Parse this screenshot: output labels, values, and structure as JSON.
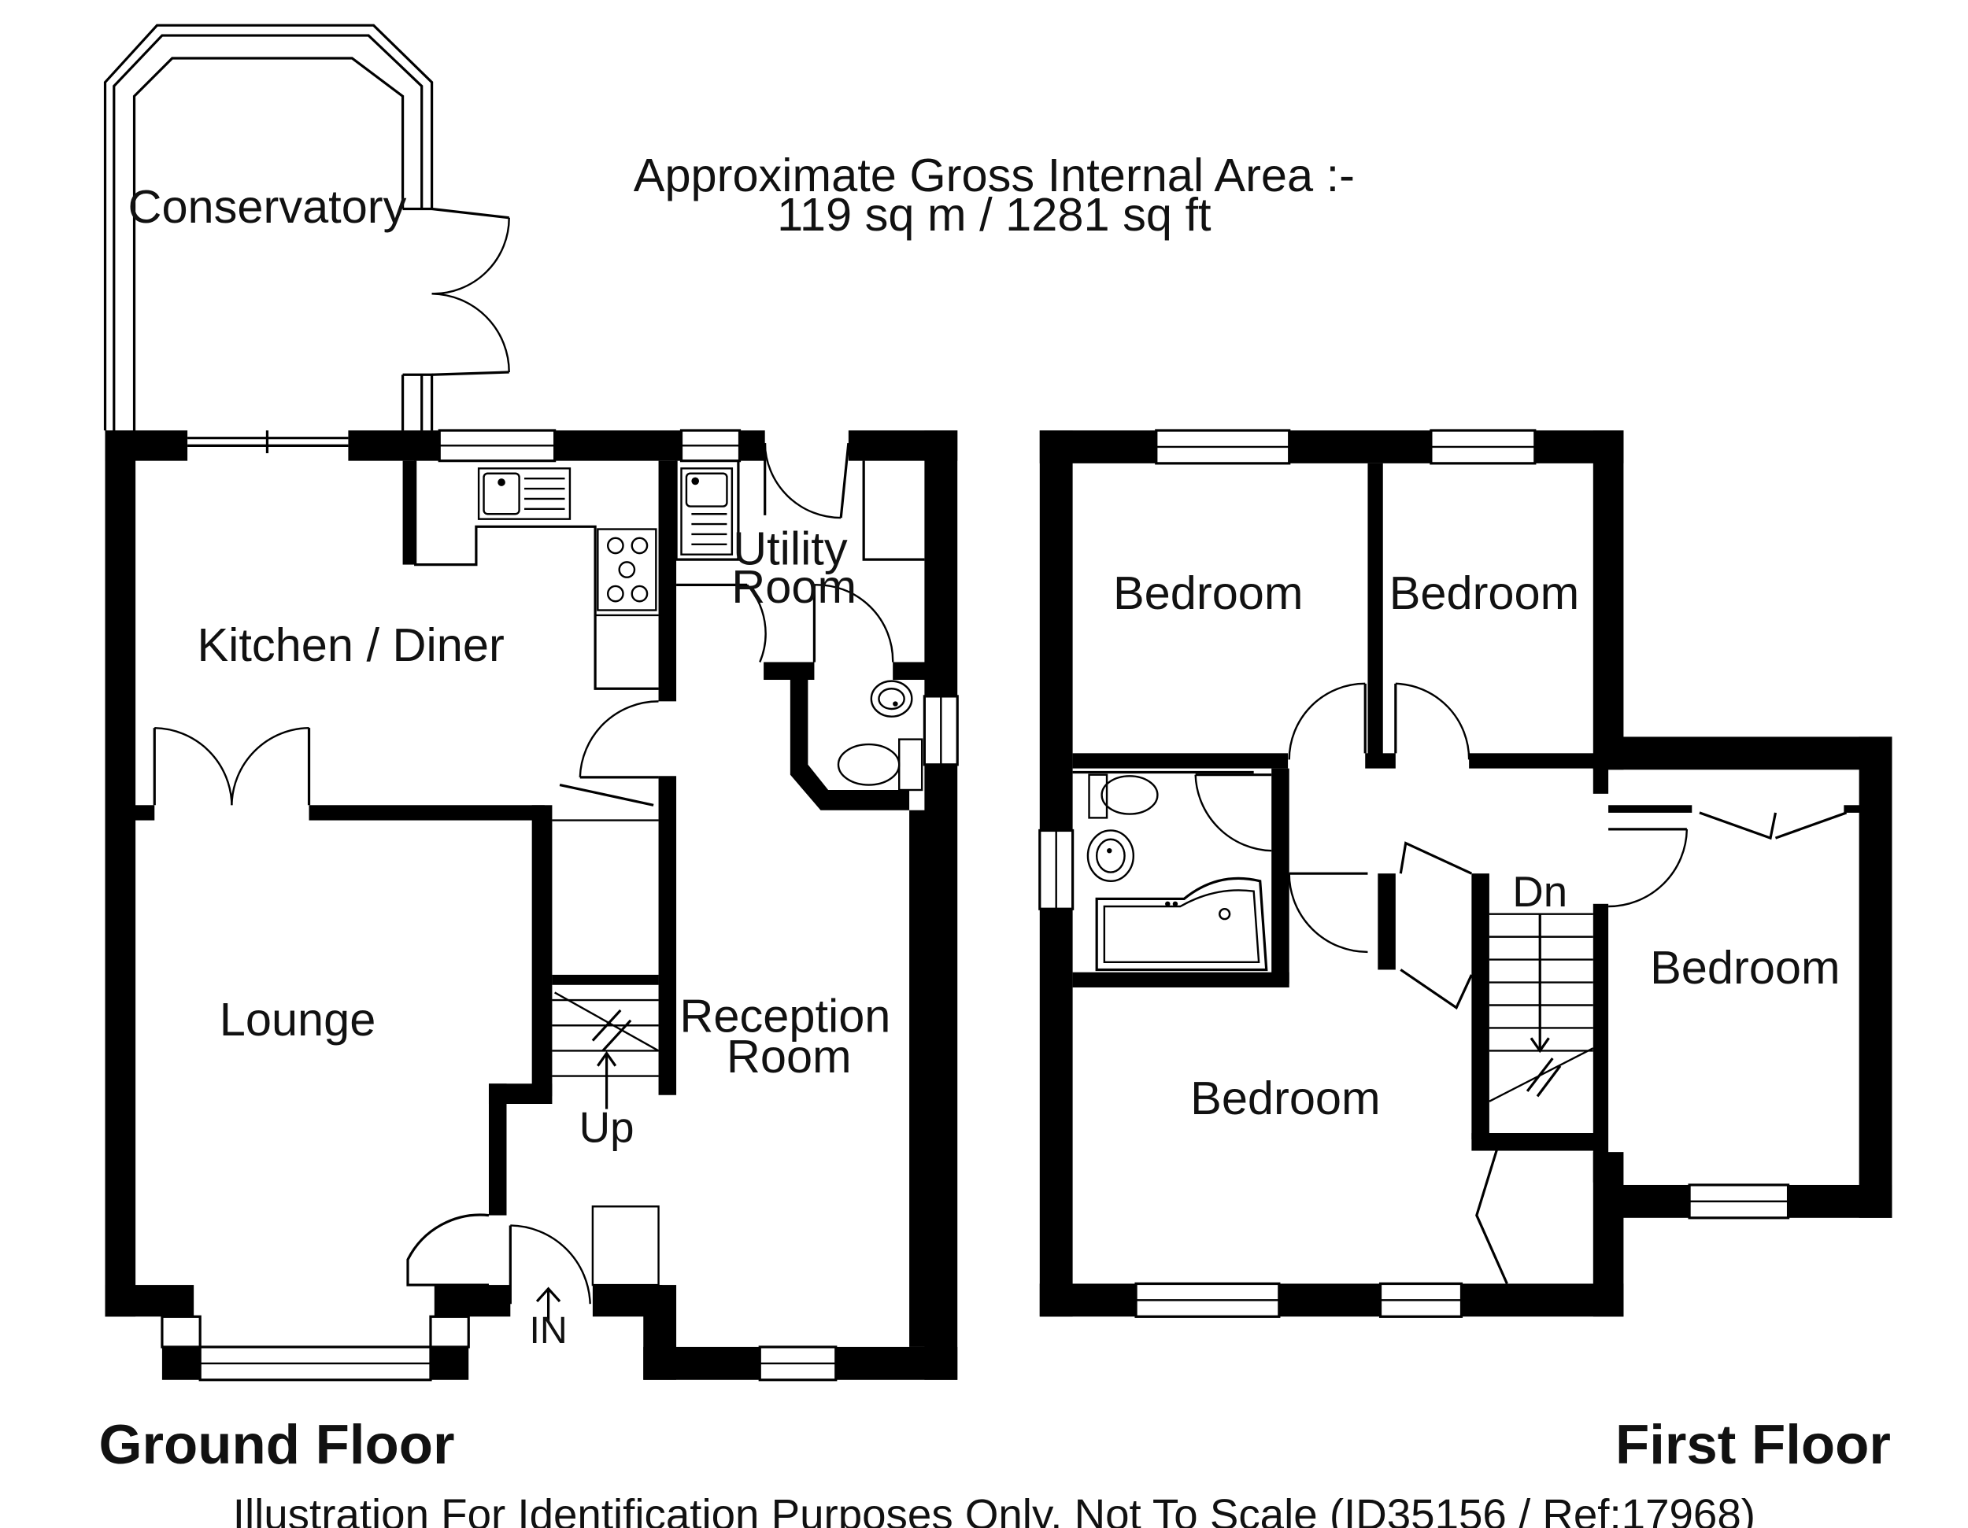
{
  "area": {
    "line1": "Approximate Gross Internal Area :-",
    "line2": "119 sq m / 1281 sq ft"
  },
  "ground_floor": {
    "title": "Ground Floor",
    "rooms": {
      "conservatory": "Conservatory",
      "kitchen_diner": "Kitchen / Diner",
      "utility_line1": "Utility",
      "utility_line2": "Room",
      "lounge": "Lounge",
      "reception_line1": "Reception",
      "reception_line2": "Room"
    },
    "marks": {
      "up": "Up",
      "entrance": "IN"
    }
  },
  "first_floor": {
    "title": "First Floor",
    "rooms": {
      "bedroom_top_left": "Bedroom",
      "bedroom_top_right": "Bedroom",
      "bedroom_right": "Bedroom",
      "bedroom_main": "Bedroom"
    },
    "marks": {
      "down": "Dn"
    }
  },
  "footer": "Illustration For Identification Purposes Only. Not To Scale (ID35156 / Ref:17968)"
}
